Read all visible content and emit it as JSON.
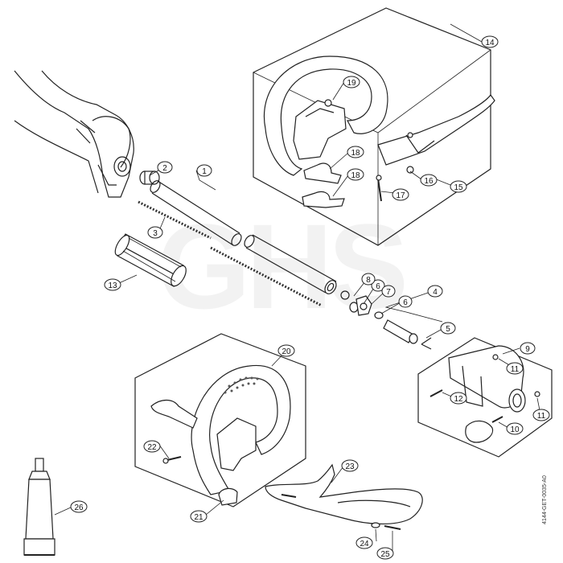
{
  "diagram": {
    "watermark": "GHS",
    "drawing_code": "4144-GET-0035-A0",
    "callouts": [
      "1",
      "2",
      "3",
      "4",
      "5",
      "6",
      "6",
      "7",
      "8",
      "9",
      "10",
      "11",
      "11",
      "12",
      "13",
      "14",
      "15",
      "16",
      "17",
      "18",
      "18",
      "19",
      "20",
      "21",
      "22",
      "23",
      "24",
      "25",
      "26"
    ]
  }
}
